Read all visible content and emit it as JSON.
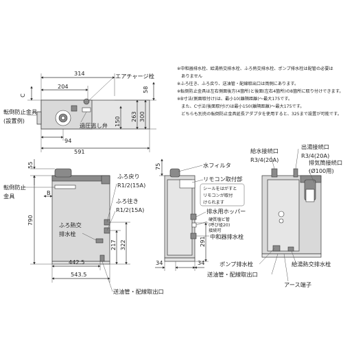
{
  "notes": [
    "※中和器排水栓、給湯熱交排水栓、ふろ熱交排水栓、ポンプ排水栓は配管の必要は",
    "　ありません",
    "※ふろ往き、ふろ戻り、送油管・配線取出口は両側にあります。",
    "※転倒防止金具は左右側面後方(4箇所)と後面(左右4箇所)の8箇所に取り付けできます。",
    "※B寸法(側面取付け)は、最小10(離隔距離)〜最大175です。",
    "　また、C寸法(後面取付け)は最小150(離隔距離)〜最大175です。",
    "　どちらも別売の転倒防止金具延長アダプタを使用すると、325まで設置が可能です。"
  ],
  "top_view": {
    "dim_314": "314",
    "dim_204": "204",
    "dim_94": "94",
    "dim_591": "591",
    "dim_58": "58",
    "dim_300": "300",
    "dim_263": "263",
    "dim_150": "150",
    "dim_c": "C",
    "air_charge_label": "エアチャージ栓",
    "relief_valve_label": "過圧逃し弁",
    "anti_tip_label_1": "転倒防止金具",
    "anti_tip_label_2": "(設置例)"
  },
  "front_view": {
    "dim_55": "55",
    "dim_790": "790",
    "dim_217": "217",
    "dim_322": "322",
    "dim_442_5": "442.5",
    "dim_543_5": "543.5",
    "dim_b": "B",
    "anti_tip_label_1": "転倒防止",
    "anti_tip_label_2": "金具",
    "bath_return_label_1": "ふろ戻り",
    "bath_return_label_2": "R1/2(15A)",
    "bath_go_label_1": "ふろ往き",
    "bath_go_label_2": "R1/2(15A)",
    "bath_hex_drain_label_1": "ふろ熱交",
    "bath_hex_drain_label_2": "排水栓",
    "oil_wiring_outlet_label": "送油管・配線取出口"
  },
  "side_view": {
    "dim_75": "75",
    "dim_291": "291",
    "dim_34_left": "34",
    "dim_34_right": "34",
    "water_filter_label": "水フィルタ",
    "remocon_label": "リモコン取付部",
    "remocon_note_1": "シールをはがすと",
    "remocon_note_2": "リモコンが取付",
    "remocon_note_3": "けられます",
    "drain_hopper_label": "排水用ホッパー",
    "pvc_pipe_label_1": "硬質塩ビ管",
    "pvc_pipe_label_2": "(呼び径20)",
    "pvc_pipe_label_3": "接続可",
    "neutralizer_drain_label": "中和器排水栓"
  },
  "rear_view": {
    "hot_water_outlet_label_1": "出湯接続口",
    "hot_water_outlet_label_2": "R3/4(20A)",
    "water_supply_label_1": "給水接続口",
    "water_supply_label_2": "R3/4(20A)",
    "exhaust_label_1": "排気筒接続口",
    "exhaust_label_2": "(Ø100用)",
    "pump_drain_label": "ポンプ排水栓",
    "hot_hex_drain_label": "給湯熱交排水栓",
    "oil_wiring_outlet_label": "送油管・配線取出口",
    "earth_label": "アース端子"
  }
}
